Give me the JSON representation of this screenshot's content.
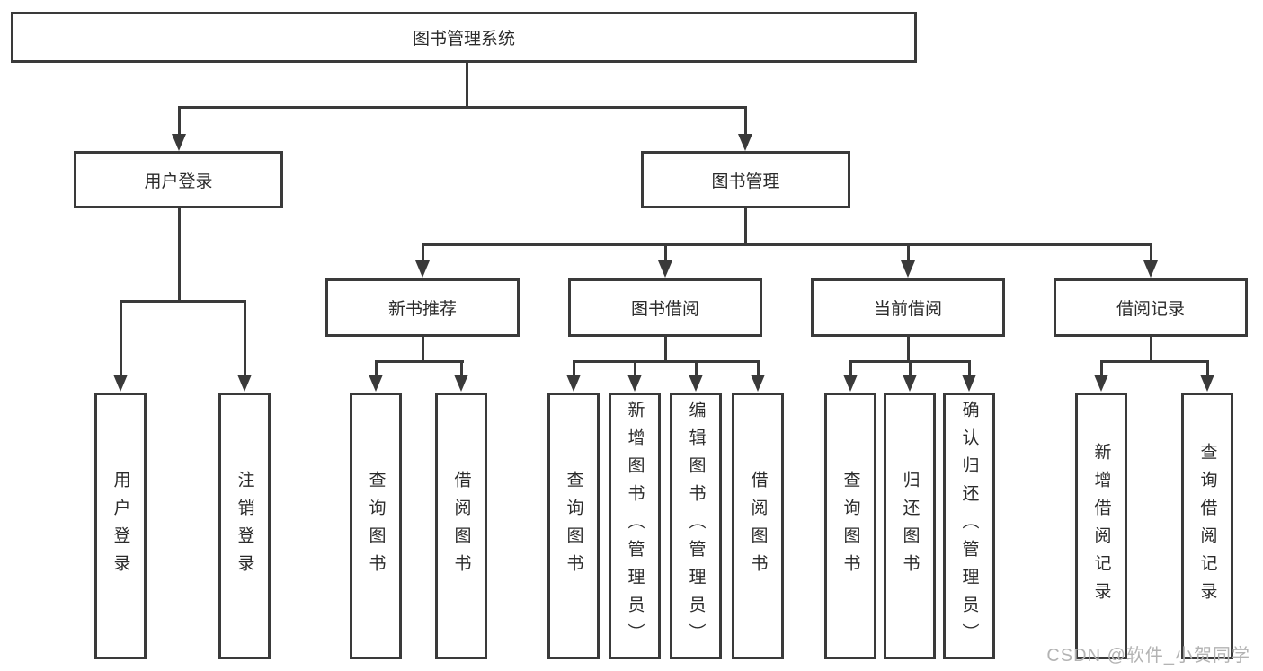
{
  "diagram_title": "图书管理系统",
  "nodes": {
    "root": {
      "label": "图书管理系统"
    },
    "user_login": {
      "label": "用户登录"
    },
    "book_mgmt": {
      "label": "图书管理"
    },
    "new_book_rec": {
      "label": "新书推荐"
    },
    "book_borrow": {
      "label": "图书借阅"
    },
    "current_borrow": {
      "label": "当前借阅"
    },
    "borrow_record": {
      "label": "借阅记录"
    },
    "leaf_user_login": {
      "label": "用户登录"
    },
    "leaf_logout": {
      "label": "注销登录"
    },
    "leaf_query_book_1": {
      "label": "查询图书"
    },
    "leaf_borrow_book_1": {
      "label": "借阅图书"
    },
    "leaf_query_book_2": {
      "label": "查询图书"
    },
    "leaf_add_book": {
      "label": "新增图书（管理员）"
    },
    "leaf_edit_book": {
      "label": "编辑图书（管理员）"
    },
    "leaf_borrow_book_2": {
      "label": "借阅图书"
    },
    "leaf_query_book_3": {
      "label": "查询图书"
    },
    "leaf_return_book": {
      "label": "归还图书"
    },
    "leaf_confirm_return": {
      "label": "确认归还（管理员）"
    },
    "leaf_add_record": {
      "label": "新增借阅记录"
    },
    "leaf_query_record": {
      "label": "查询借阅记录"
    }
  },
  "tree": {
    "root": "图书管理系统",
    "children": [
      {
        "label": "用户登录",
        "children": [
          "用户登录",
          "注销登录"
        ]
      },
      {
        "label": "图书管理",
        "children": [
          {
            "label": "新书推荐",
            "children": [
              "查询图书",
              "借阅图书"
            ]
          },
          {
            "label": "图书借阅",
            "children": [
              "查询图书",
              "新增图书（管理员）",
              "编辑图书（管理员）",
              "借阅图书"
            ]
          },
          {
            "label": "当前借阅",
            "children": [
              "查询图书",
              "归还图书",
              "确认归还（管理员）"
            ]
          },
          {
            "label": "借阅记录",
            "children": [
              "新增借阅记录",
              "查询借阅记录"
            ]
          }
        ]
      }
    ]
  },
  "watermark": {
    "text": "CSDN @软件_小贺同学"
  },
  "colors": {
    "line": "#3a3a3a",
    "text": "#2b2b2b",
    "watermark": "#b3b3b3",
    "background": "#ffffff"
  }
}
